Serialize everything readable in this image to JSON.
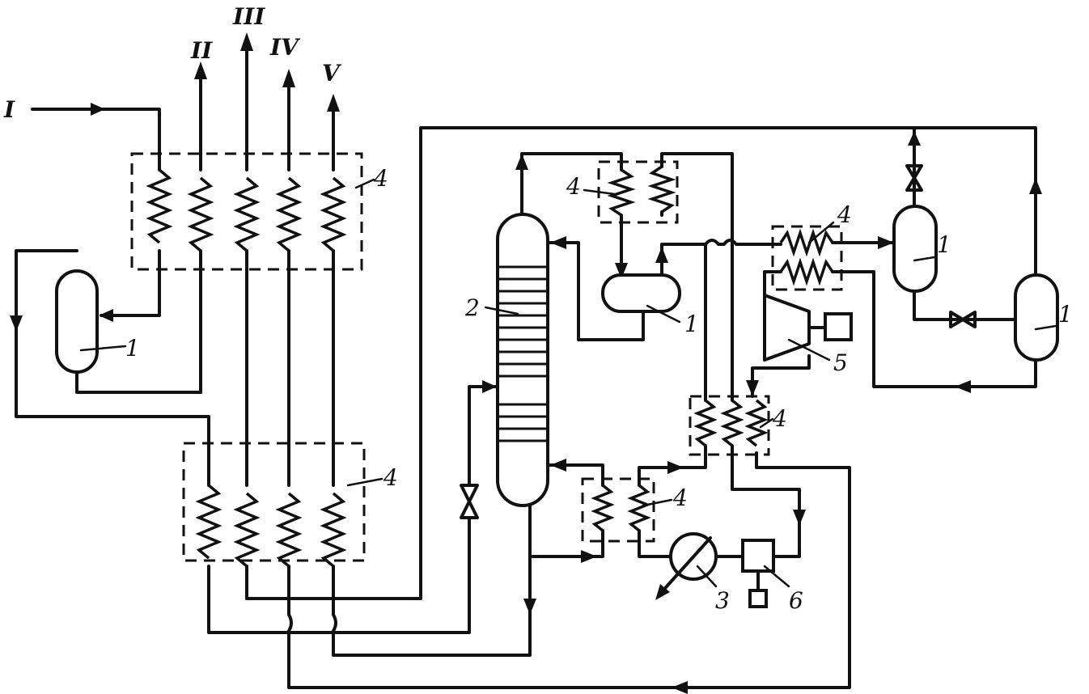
{
  "diagram": {
    "streams": {
      "s1": "I",
      "s2": "II",
      "s3": "III",
      "s4": "IV",
      "s5": "V"
    },
    "labels": {
      "separator_a": "1",
      "separator_b": "1",
      "separator_c": "1",
      "separator_d": "1",
      "column": "2",
      "cooler": "3",
      "hx_top_left": "4",
      "hx_bottom_left": "4",
      "hx_column_top": "4",
      "hx_right_top": "4",
      "hx_column_bottom": "4",
      "hx_center": "4",
      "expander": "5",
      "pump": "6"
    },
    "colors": {
      "ink": "#111111",
      "paper": "#ffffff"
    }
  }
}
